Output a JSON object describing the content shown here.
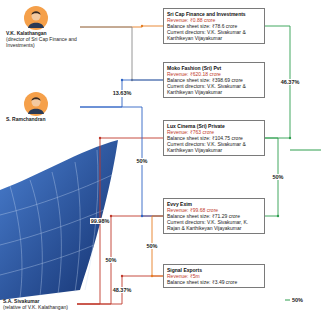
{
  "diagram": {
    "nodes": [
      {
        "text": [
          "V.K. Kalathangan",
          "(director of Sri Cap Finance and Investments)"
        ]
      },
      {
        "text": [
          "S. Ramchandran"
        ]
      },
      {
        "text": [
          "S.A. Sivakumar",
          "(relative of V.K. Kalathangan)"
        ]
      },
      {
        "text": [
          "Sri Cap Finance and Investments",
          "Revenue: ₹0.88 crore",
          "Balance sheet size: ₹78.6 crore",
          "Current directors: V.K. Sivakumar & Karthikeyan Vijayakumar"
        ]
      },
      {
        "text": [
          "Moko Fashion (Sri) Pvt",
          "Revenue: ₹620.18 crore",
          "Balance sheet size: ₹398.69 crore",
          "Current directors: V.K. Sivakumar & Karthikeyan Vijayakumar"
        ]
      },
      {
        "text": [
          "Lux Cinema (Sri) Private",
          "Revenue: ₹763 crore",
          "Balance sheet size: ₹104.75 crore",
          "Current directors: V.K. Sivakumar & Karthikeyan Vijayakumar"
        ]
      },
      {
        "text": [
          "Evvy Exim",
          "Revenue: ₹99.68 crore",
          "Balance sheet size: ₹71.29 crore",
          "Current directors: V.K. Sivakumar, K. Rajan & Karthikeyan Vijayakumar"
        ]
      },
      {
        "text": [
          "Signal Exports",
          "Revenue: ₹5m",
          "Balance sheet size: ₹3.49 crore"
        ]
      }
    ],
    "edges": [
      {
        "from": 0,
        "to": 3,
        "arrow": "none"
      },
      {
        "from": 0,
        "to": 4,
        "arrow": "none"
      },
      {
        "from": 1,
        "to": 4,
        "label": "13.63%",
        "arrow": "none"
      },
      {
        "from": 2,
        "to": 5,
        "label": "99.98%",
        "arrow": "none"
      },
      {
        "from": 2,
        "to": 6,
        "label": "50%",
        "arrow": "none"
      },
      {
        "from": 2,
        "to": 7,
        "label": "48.37%",
        "arrow": "none"
      },
      {
        "from": 3,
        "to": 5,
        "label": "46.37%",
        "arrow": "none"
      },
      {
        "from": 1,
        "to": 6,
        "label": "50%",
        "arrow": "none"
      },
      {
        "from": 5,
        "to": 6,
        "label": "50%",
        "arrow": "none"
      },
      {
        "from": 6,
        "to": 7,
        "label": "50%",
        "arrow": "none"
      }
    ],
    "labels": [
      "50%"
    ]
  }
}
